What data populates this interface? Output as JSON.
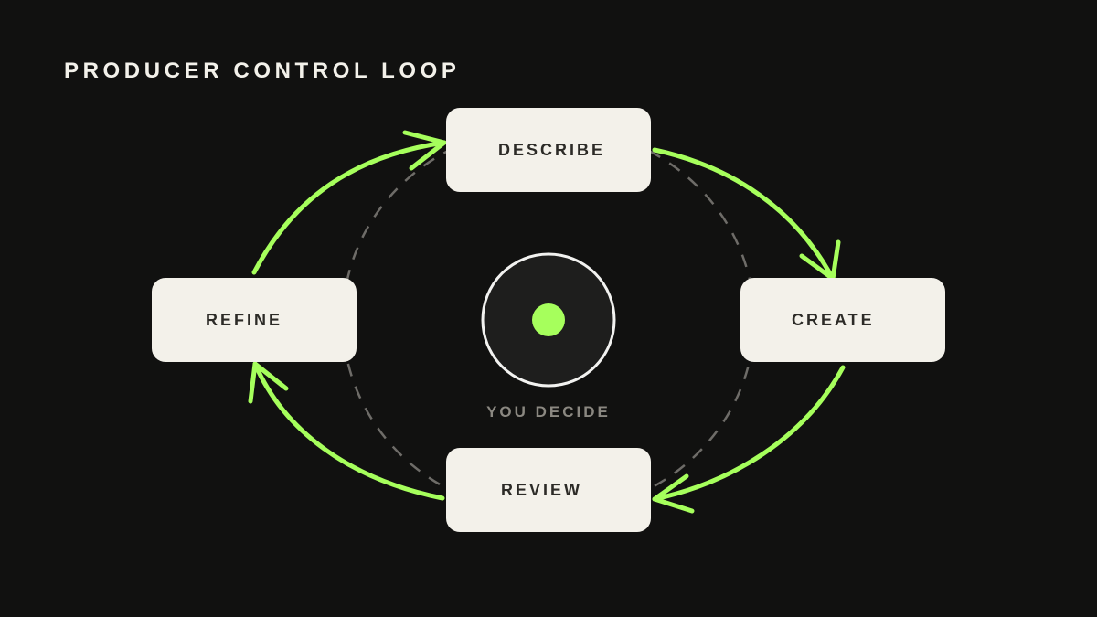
{
  "title": "PRODUCER CONTROL LOOP",
  "center": {
    "label": "YOU DECIDE",
    "icon": "record-dot-icon"
  },
  "steps": [
    {
      "id": "describe",
      "label": "DESCRIBE"
    },
    {
      "id": "create",
      "label": "CREATE"
    },
    {
      "id": "review",
      "label": "REVIEW"
    },
    {
      "id": "refine",
      "label": "REFINE"
    }
  ],
  "flow": [
    "describe",
    "create",
    "review",
    "refine",
    "describe"
  ],
  "colors": {
    "background": "#111110",
    "node_fill": "#f3f1ea",
    "node_text": "#2c2b27",
    "accent": "#a6ff5c",
    "title_text": "#f3f1ea",
    "muted_text": "#8b8881",
    "dashed_ring": "#6e6c68",
    "center_fill": "#1e1e1d",
    "center_ring": "#f2f2f0"
  }
}
